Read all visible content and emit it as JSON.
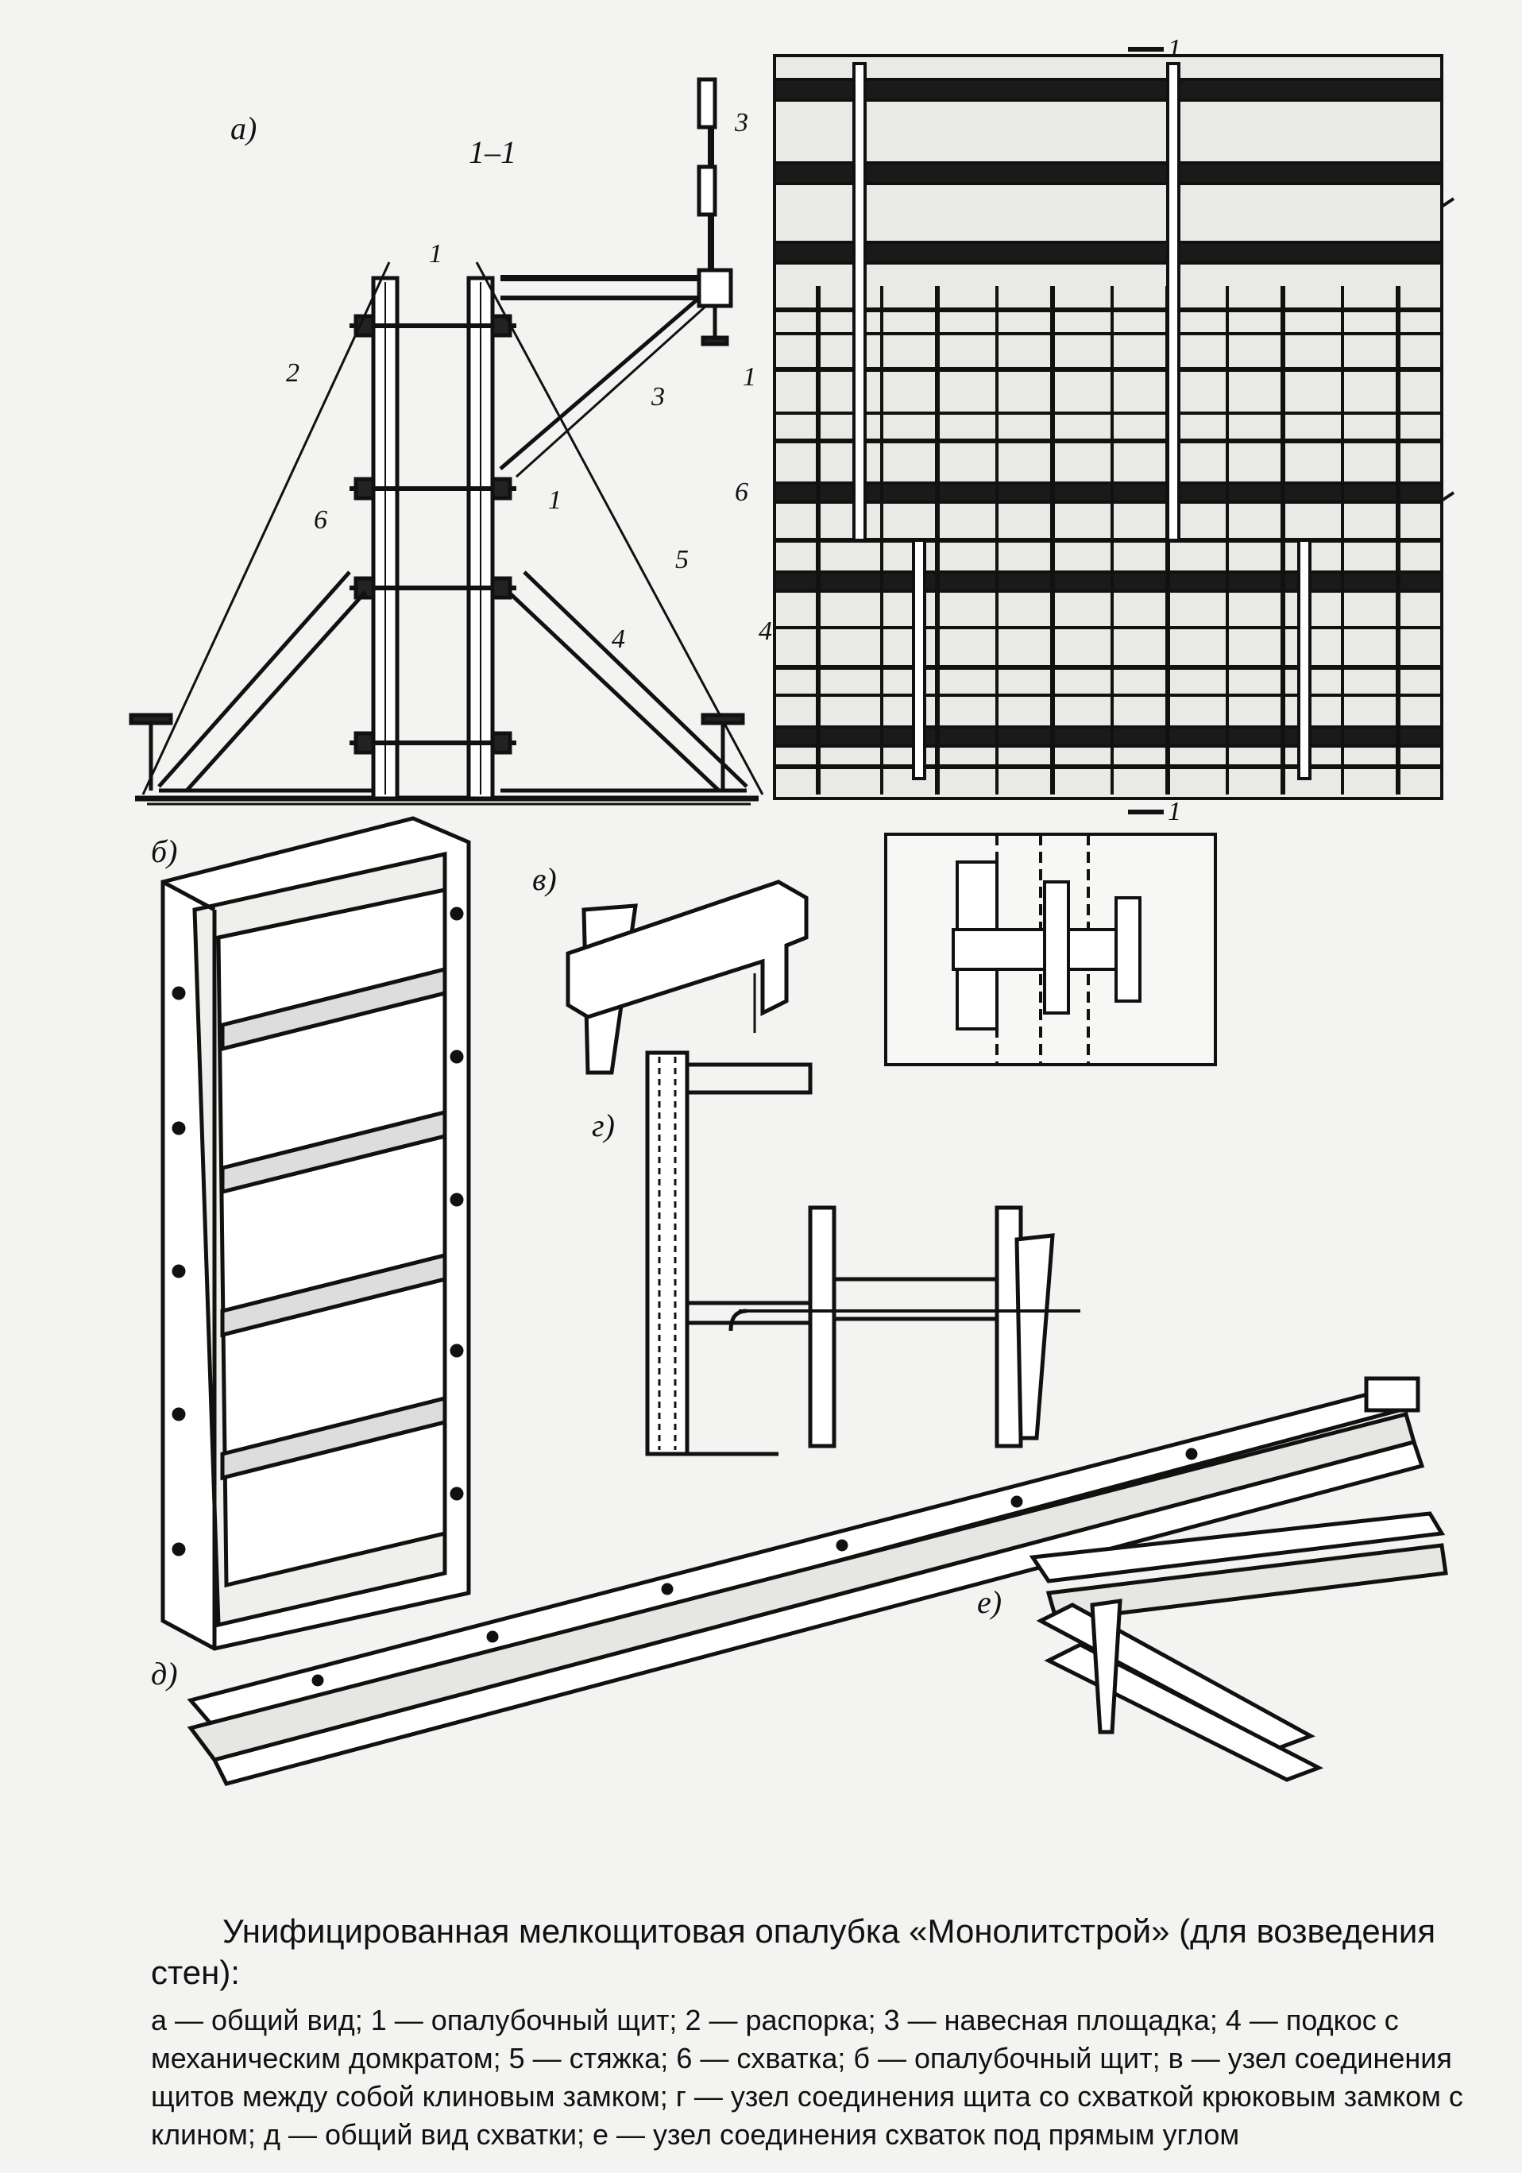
{
  "labels": {
    "a": "а)",
    "b": "б)",
    "v": "в)",
    "g": "г)",
    "d": "д)",
    "e": "е)",
    "section": "1–1",
    "section_mark_top": "1",
    "section_mark_bottom": "1"
  },
  "callouts": [
    "1",
    "2",
    "3",
    "4",
    "5",
    "6"
  ],
  "caption": {
    "title": "Унифицированная мелкощитовая опалубка «Монолитстрой» (для возведения стен):",
    "legend": [
      "а — общий вид;",
      "1 — опалубочный щит;",
      "2 — распорка;",
      "3 — навесная площадка;",
      "4 — подкос с механическим домкратом;",
      "5 — стяжка;",
      "6 — схватка;",
      "б — опалубочный щит;",
      "в — узел соединения щитов между собой клиновым замком;",
      "г — узел соединения щита со схваткой крюковым замком с клином;",
      "д — общий вид схватки;",
      "е — узел соединения схваток под прямым углом"
    ]
  }
}
